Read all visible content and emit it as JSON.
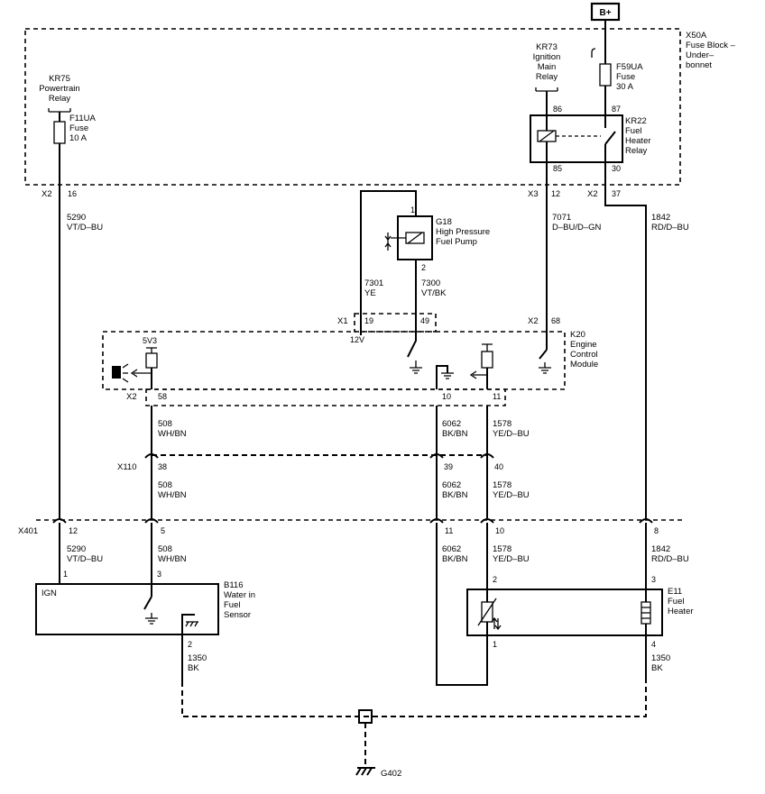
{
  "battery": "B+",
  "fuse_block": {
    "id": "X50A",
    "l1": "Fuse Block –",
    "l2": "Under–",
    "l3": "bonnet"
  },
  "kr75": {
    "id": "KR75",
    "l1": "Powertrain",
    "l2": "Relay"
  },
  "f11ua": {
    "id": "F11UA",
    "l1": "Fuse",
    "l2": "10 A"
  },
  "kr73": {
    "id": "KR73",
    "l1": "Ignition",
    "l2": "Main",
    "l3": "Relay"
  },
  "f59ua": {
    "id": "F59UA",
    "l1": "Fuse",
    "l2": "30 A"
  },
  "kr22": {
    "id": "KR22",
    "l1": "Fuel",
    "l2": "Heater",
    "l3": "Relay",
    "pin86": "86",
    "pin87": "87",
    "pin85": "85",
    "pin30": "30"
  },
  "g18": {
    "id": "G18",
    "l1": "High Pressure",
    "l2": "Fuel Pump",
    "pin1": "1",
    "pin2": "2"
  },
  "k20": {
    "id": "K20",
    "l1": "Engine",
    "l2": "Control",
    "l3": "Module",
    "ref": "5V3",
    "v12": "12V"
  },
  "connectors": {
    "x2": "X2",
    "x3": "X3",
    "x1": "X1",
    "x110": "X110",
    "x401": "X401"
  },
  "pins": {
    "p16": "16",
    "p12": "12",
    "p37": "37",
    "p19": "19",
    "p49": "49",
    "p68": "68",
    "p58": "58",
    "p10": "10",
    "p11": "11",
    "p38": "38",
    "p39": "39",
    "p40": "40",
    "p12b": "12",
    "p5": "5",
    "p11b": "11",
    "p10b": "10",
    "p8": "8"
  },
  "wires": {
    "c5290": "5290",
    "col5290": "VT/D–BU",
    "c7071": "7071",
    "col7071": "D–BU/D–GN",
    "c1842": "1842",
    "col1842": "RD/D–BU",
    "c7301": "7301",
    "col7301": "YE",
    "c7300": "7300",
    "col7300": "VT/BK",
    "c508": "508",
    "col508": "WH/BN",
    "c6062": "6062",
    "col6062": "BK/BN",
    "c1578": "1578",
    "col1578": "YE/D–BU",
    "c1350": "1350",
    "col1350": "BK"
  },
  "b116": {
    "id": "B116",
    "l1": "Water in",
    "l2": "Fuel",
    "l3": "Sensor",
    "ign": "IGN",
    "pin1": "1",
    "pin3": "3",
    "pin2": "2"
  },
  "e11": {
    "id": "E11",
    "l1": "Fuel",
    "l2": "Heater",
    "pin2": "2",
    "pin3": "3",
    "pin1": "1",
    "pin4": "4"
  },
  "ground": "G402"
}
